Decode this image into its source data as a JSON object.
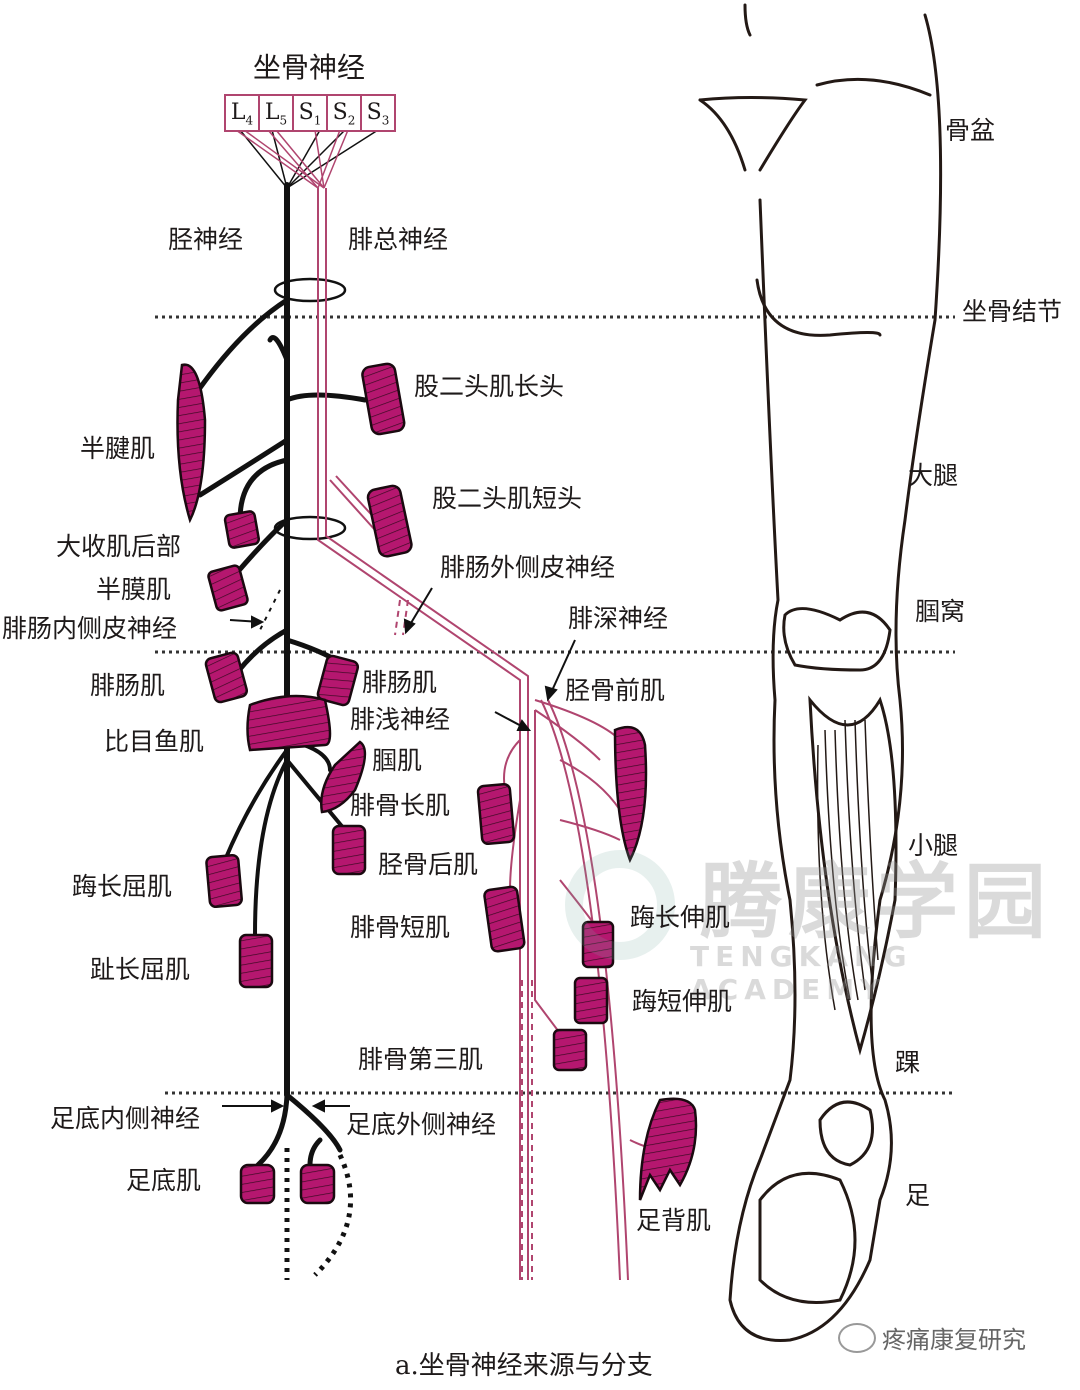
{
  "header": {
    "title": "坐骨神经",
    "roots": [
      {
        "letter": "L",
        "sub": "4"
      },
      {
        "letter": "L",
        "sub": "5"
      },
      {
        "letter": "S",
        "sub": "1"
      },
      {
        "letter": "S",
        "sub": "2"
      },
      {
        "letter": "S",
        "sub": "3"
      }
    ]
  },
  "nerves": {
    "tibial": "胫神经",
    "common_peroneal": "腓总神经",
    "lateral_sural_cutaneous": "腓肠外侧皮神经",
    "medial_sural_cutaneous": "腓肠内侧皮神经",
    "deep_peroneal": "腓深神经",
    "superficial_peroneal": "腓浅神经",
    "medial_plantar": "足底内侧神经",
    "lateral_plantar": "足底外侧神经"
  },
  "muscles_left": {
    "semitendinosus": "半腱肌",
    "adductor_magnus_posterior": "大收肌后部",
    "semimembranosus": "半膜肌",
    "gastrocnemius": "腓肠肌",
    "soleus": "比目鱼肌",
    "flexor_hallucis_longus": "踇长屈肌",
    "flexor_digitorum_longus": "趾长屈肌",
    "plantar_muscles": "足底肌"
  },
  "muscles_right": {
    "biceps_long_head": "股二头肌长头",
    "biceps_short_head": "股二头肌短头",
    "gastrocnemius": "腓肠肌",
    "popliteus": "腘肌",
    "peroneus_longus": "腓骨长肌",
    "tibialis_posterior": "胫骨后肌",
    "tibialis_anterior": "胫骨前肌",
    "peroneus_brevis": "腓骨短肌",
    "extensor_hallucis_longus": "踇长伸肌",
    "extensor_hallucis_brevis": "踇短伸肌",
    "peroneus_tertius": "腓骨第三肌",
    "dorsal_foot_muscles": "足背肌"
  },
  "regions": {
    "pelvis": "骨盆",
    "ischial_tuberosity": "坐骨结节",
    "thigh": "大腿",
    "popliteal_fossa": "腘窝",
    "calf": "小腿",
    "ankle": "踝",
    "foot": "足"
  },
  "watermark": {
    "cn": "腾康学园",
    "en": "TENGKANG ACADEMY"
  },
  "source": "疼痛康复研究",
  "caption": "a.坐骨神经来源与分支",
  "colors": {
    "muscle": "#b5176f",
    "nerve_outline": "#b0456f",
    "nerve_fill": "#f5dbe5",
    "tibial_nerve": "#111111"
  }
}
